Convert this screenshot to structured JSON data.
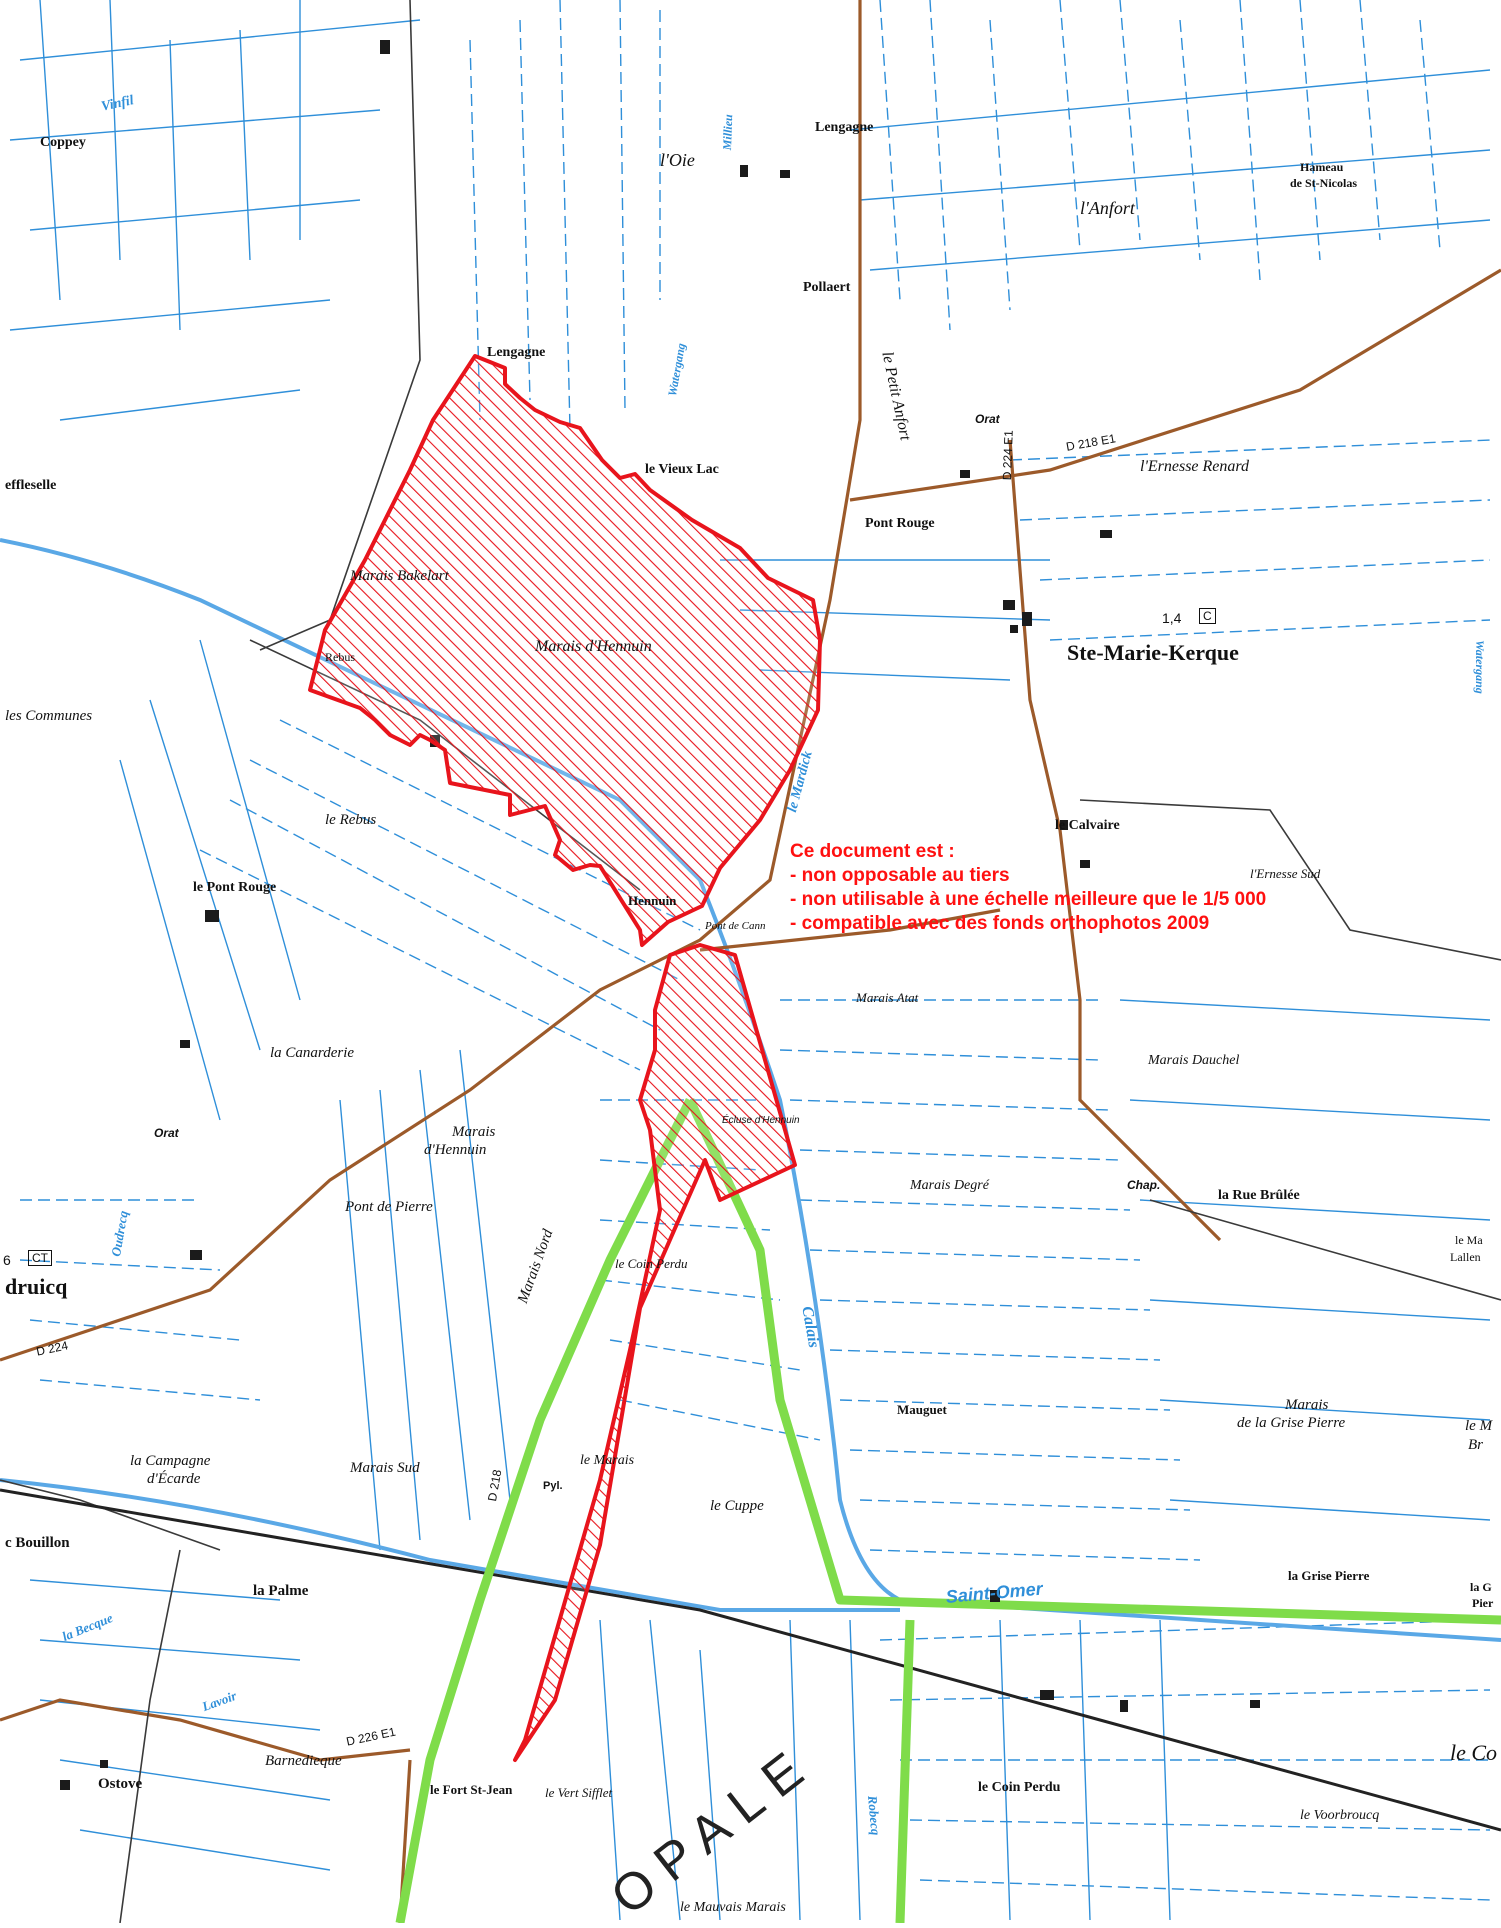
{
  "notice": {
    "title": "Ce document est :",
    "lines": [
      "- non opposable au tiers",
      "- non utilisable à une échelle meilleure que le 1/5 000",
      "- compatible avec des fonds orthophotos 2009"
    ]
  },
  "places": {
    "coppey": "Coppey",
    "lengagne_top": "Lengagne",
    "loie": "l'Oie",
    "hameau": "Hameau",
    "st_nicolas": "de St-Nicolas",
    "lanfort": "l'Anfort",
    "pollaert": "Pollaert",
    "le_petit_anfort": "le Petit Anfort",
    "lengagne": "Lengagne",
    "le_vieux_lac": "le Vieux Lac",
    "effleselle": "effleselle",
    "pont_rouge_e": "Pont Rouge",
    "lernesse_renard": "l'Ernesse Renard",
    "marais_bakelart": "Marais Bakelart",
    "marais_hennuin": "Marais d'Hennuin",
    "rebus_n": "Rebus",
    "ste_marie_kerque": "Ste-Marie-Kerque",
    "spot_height": "1,4",
    "c_box": "C",
    "les_communes": "les Communes",
    "le_rebus": "le Rebus",
    "le_calvaire": "le Calvaire",
    "lernesse_sud": "l'Ernesse Sud",
    "le_pont_rouge": "le Pont Rouge",
    "hennuin": "Hennuin",
    "pont_de_cann": "Pont de Cann",
    "marais_atat": "Marais Atat",
    "la_canarderie": "la Canarderie",
    "marais_dauchel": "Marais Dauchel",
    "orat_w": "Orat",
    "marais_sw": "Marais",
    "dhennuin_sw": "d'Hennuin",
    "ecluse_hennuin": "Écluse d'Hennuin",
    "pont_de_pierre": "Pont de Pierre",
    "marais_degre": "Marais Degré",
    "chap": "Chap.",
    "la_rue_brulee": "la Rue Brûlée",
    "ct_height": "6",
    "ct_box": "CT",
    "druicq": "druicq",
    "le_coin_perdu_n": "le Coin Perdu",
    "marais_nord": "Marais Nord",
    "le_ma": "le Ma",
    "lallen": "Lallen",
    "mauguet": "Mauguet",
    "marais_gp1": "Marais",
    "marais_gp2": "de la Grise Pierre",
    "le_m_br1": "le M",
    "le_m_br2": "Br",
    "la_campagne": "la Campagne",
    "decarde": "d'Écarde",
    "marais_sud": "Marais Sud",
    "pyl": "Pyl.",
    "le_marais": "le Marais",
    "le_cuppe": "le Cuppe",
    "c_bouillon": "c Bouillon",
    "la_palme": "la Palme",
    "la_grise_pierre": "la Grise Pierre",
    "la_g1": "la G",
    "la_g2": "Pier",
    "barnedieque": "Barnedieque",
    "ostove": "Ostove",
    "le_fort_st_jean": "le Fort St-Jean",
    "le_vert_sifflet": "le Vert Sifflet",
    "le_coin_perdu_s": "le Coin Perdu",
    "le_voorbroucq": "le Voorbroucq",
    "le_co": "le Co",
    "le_mauvais_marais": "le Mauvais Marais",
    "orat_e": "Orat",
    "opale": "OPALE"
  },
  "waterways": {
    "vinfil": "Vinfil",
    "milleu": "Millieu",
    "watergang_n": "Watergang",
    "watergang_e": "Watergang",
    "mardick": "le Mardick",
    "oudrecq": "Oudrecq",
    "lavoir": "Lavoir",
    "becque": "la Becque",
    "robecq": "Robecq",
    "calais": "Calais",
    "saint_omer": "Saint-Omer"
  },
  "roads": {
    "d218e1": "D 218 E1",
    "d224": "D 224",
    "d224e1": "D 224 E1",
    "d226e1": "D 226 E1",
    "d218": "D 218"
  },
  "colors": {
    "zone_outline": "#e8141c",
    "ditch": "#2f8fd9",
    "canal": "#5aa8e6",
    "main_road": "#9c5a2a",
    "boundary": "#7fdc4a",
    "notice_text": "#ff1010"
  }
}
